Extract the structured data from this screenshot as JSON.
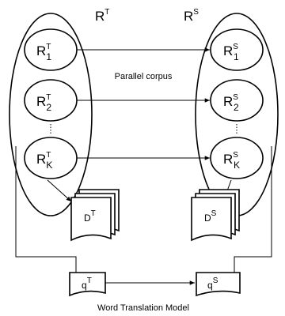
{
  "groups": {
    "left_title": {
      "base": "R",
      "sup": "T"
    },
    "right_title": {
      "base": "R",
      "sup": "S"
    }
  },
  "left_nodes": [
    {
      "base": "R",
      "sup": "T",
      "sub": "1"
    },
    {
      "base": "R",
      "sup": "T",
      "sub": "2"
    },
    {
      "base": "R",
      "sup": "T",
      "sub": "K"
    }
  ],
  "right_nodes": [
    {
      "base": "R",
      "sup": "S",
      "sub": "1"
    },
    {
      "base": "R",
      "sup": "S",
      "sub": "2"
    },
    {
      "base": "R",
      "sup": "S",
      "sub": "K"
    }
  ],
  "edge_label": "Parallel corpus",
  "docs": {
    "left": {
      "base": "D",
      "sup": "T"
    },
    "right": {
      "base": "D",
      "sup": "S"
    }
  },
  "queries": {
    "left": {
      "base": "q",
      "sup": "T"
    },
    "right": {
      "base": "q",
      "sup": "S"
    }
  },
  "caption": "Word Translation Model"
}
